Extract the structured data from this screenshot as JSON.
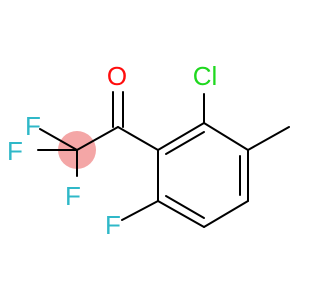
{
  "molecule": {
    "atoms": {
      "oxygen": {
        "label": "O",
        "color": "#ff0d0d"
      },
      "chlorine": {
        "label": "Cl",
        "color": "#1fd81f"
      },
      "fluorine_top": {
        "label": "F",
        "color": "#2fb8c8"
      },
      "fluorine_left": {
        "label": "F",
        "color": "#2fb8c8"
      },
      "fluorine_bottom": {
        "label": "F",
        "color": "#2fb8c8"
      },
      "fluorine_ring": {
        "label": "F",
        "color": "#2fb8c8"
      }
    },
    "highlight_color": "#f4a6a6"
  }
}
